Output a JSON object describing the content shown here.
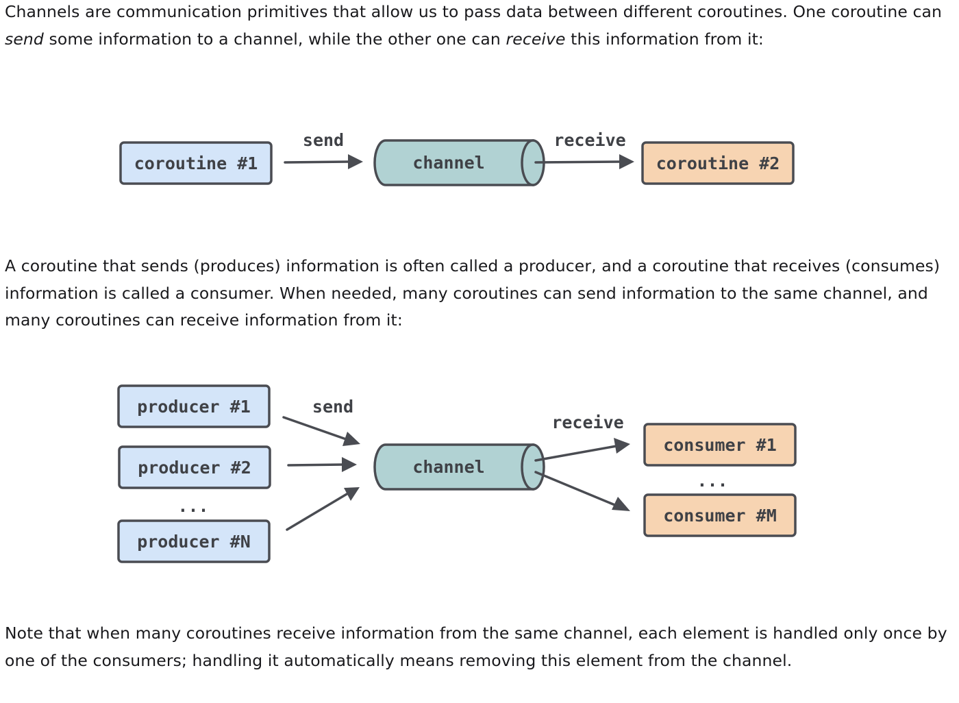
{
  "paragraphs": {
    "p1": {
      "t1": "Channels are communication primitives that allow us to pass data between different coroutines. One coroutine can ",
      "em1": "send",
      "t2": " some information to a channel, while the other one can ",
      "em2": "receive",
      "t3": " this information from it:"
    },
    "p2": {
      "text": "A coroutine that sends (produces) information is often called a producer, and a coroutine that receives (consumes) information is called a consumer. When needed, many coroutines can send information to the same channel, and many coroutines can receive information from it:"
    },
    "p3": {
      "text": "Note that when many coroutines receive information from the same channel, each element is handled only once by one of the consumers; handling it automatically means removing this element from the channel."
    }
  },
  "diagram1": {
    "sender": "coroutine #1",
    "send_label": "send",
    "channel": "channel",
    "receive_label": "receive",
    "receiver": "coroutine #2"
  },
  "diagram2": {
    "producers": [
      "producer #1",
      "producer #2",
      "producer #N"
    ],
    "producer_ellipsis": "...",
    "send_label": "send",
    "channel": "channel",
    "receive_label": "receive",
    "consumers": [
      "consumer #1",
      "consumer #M"
    ],
    "consumer_ellipsis": "..."
  },
  "colors": {
    "producer_fill": "#d4e5f9",
    "consumer_fill": "#f7d4b2",
    "channel_fill": "#b1d2d3",
    "stroke": "#4a4c52",
    "text": "#19191c"
  }
}
